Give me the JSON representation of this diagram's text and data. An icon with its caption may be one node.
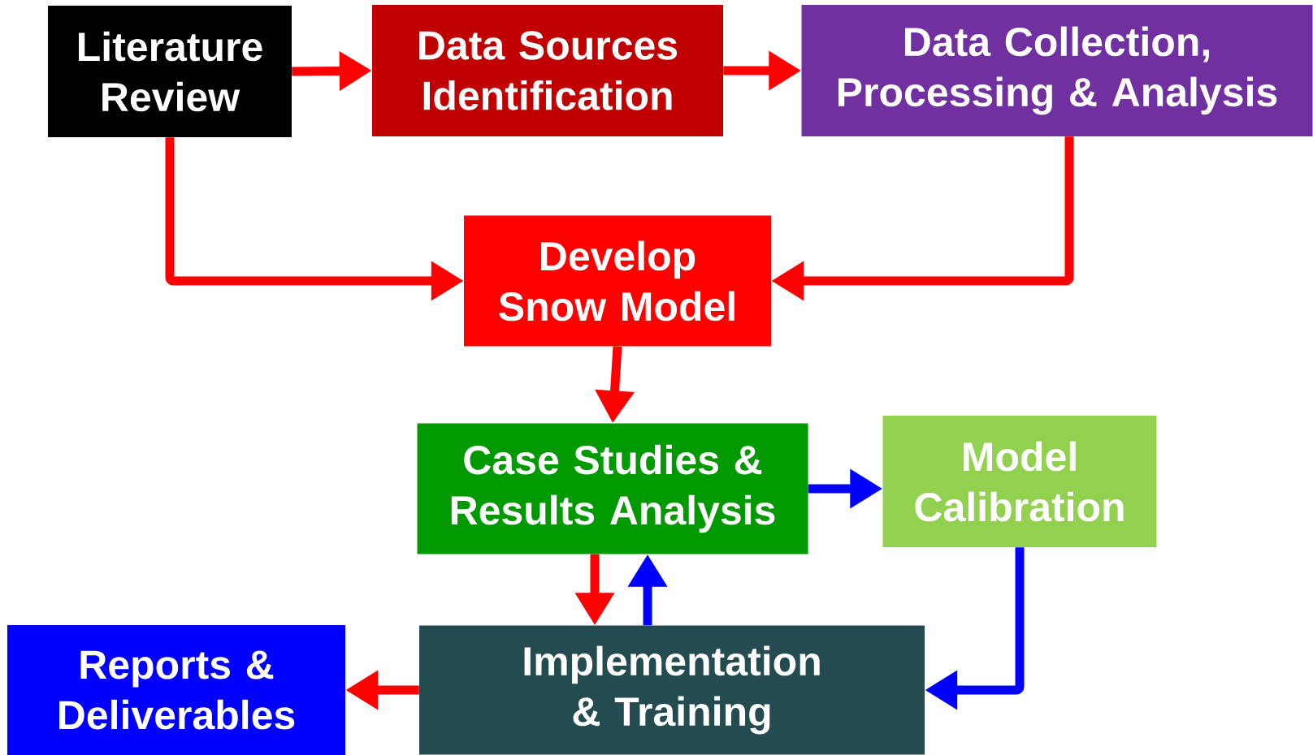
{
  "diagram": {
    "nodes": [
      {
        "text": [
          "Literature Review"
        ]
      },
      {
        "text": [
          "Data Sources Identification"
        ]
      },
      {
        "text": [
          "Data Collection, Processing & Analysis"
        ]
      },
      {
        "text": [
          "Develop Snow Model"
        ]
      },
      {
        "text": [
          "Case Studies & Results Analysis"
        ]
      },
      {
        "text": [
          "Model Calibration"
        ]
      },
      {
        "text": [
          "Implementation & Training"
        ]
      },
      {
        "text": [
          "Reports & Deliverables"
        ]
      }
    ],
    "edges": [
      {
        "from": 0,
        "to": 1,
        "arrow": "to"
      },
      {
        "from": 1,
        "to": 2,
        "arrow": "to"
      },
      {
        "from": 0,
        "to": 3,
        "arrow": "to"
      },
      {
        "from": 2,
        "to": 3,
        "arrow": "to"
      },
      {
        "from": 3,
        "to": 4,
        "arrow": "to"
      },
      {
        "from": 4,
        "to": 5,
        "arrow": "to",
        "color": "#0000ff"
      },
      {
        "from": 4,
        "to": 6,
        "arrow": "to"
      },
      {
        "from": 6,
        "to": 4,
        "arrow": "to",
        "color": "#0000ff"
      },
      {
        "from": 5,
        "to": 6,
        "arrow": "to",
        "color": "#0000ff"
      },
      {
        "from": 6,
        "to": 7,
        "arrow": "to"
      }
    ]
  }
}
